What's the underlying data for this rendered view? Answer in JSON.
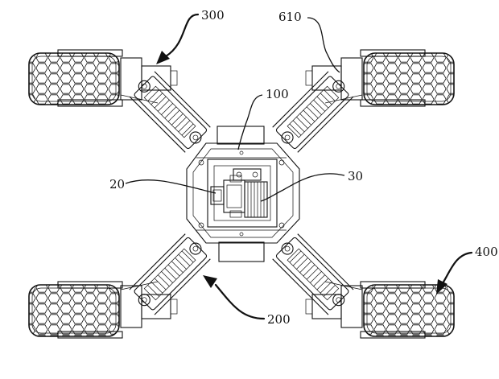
{
  "figure": {
    "labels": {
      "l300": "300",
      "l610": "610",
      "l100": "100",
      "l20": "20",
      "l30": "30",
      "l400": "400",
      "l200": "200"
    }
  }
}
